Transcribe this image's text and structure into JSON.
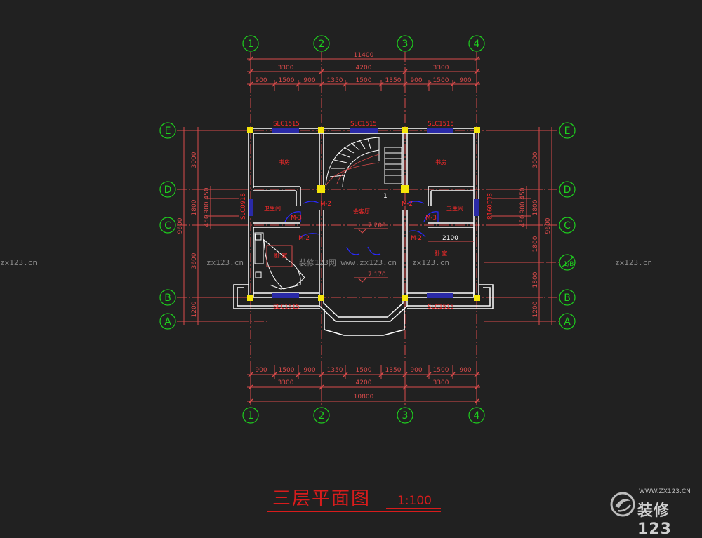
{
  "drawing": {
    "title": "三层平面图",
    "scale": "1:100",
    "watermark": "zx123.cn",
    "watermark_center": "装修123网 www.zx123.cn",
    "logo_site": "WWW.ZX123.CN",
    "logo_name": "装修123"
  },
  "colors": {
    "background": "#212121",
    "axis_bubble": "#1ecf1e",
    "dimension": "#d94a4a",
    "wall": "#ffffff",
    "column": "#f5e60a",
    "window": "#2a2aa8",
    "door": "#2a2aff",
    "label": "#ff2a2a"
  },
  "axes": {
    "columns_top": [
      "1",
      "2",
      "3",
      "4"
    ],
    "columns_bottom": [
      "1",
      "2",
      "3",
      "4"
    ],
    "rows_left": [
      "E",
      "D",
      "C",
      "B",
      "A"
    ],
    "rows_right": [
      "E",
      "D",
      "C",
      "1/B",
      "B",
      "A"
    ]
  },
  "dimensions": {
    "top_total": "11400",
    "top_bays": [
      "3300",
      "4200",
      "3300"
    ],
    "top_details": [
      "900",
      "1500",
      "900",
      "1350",
      "1500",
      "1350",
      "900",
      "1500",
      "900"
    ],
    "bottom_details": [
      "900",
      "1500",
      "900",
      "1350",
      "1500",
      "1350",
      "900",
      "1500",
      "900"
    ],
    "bottom_bays": [
      "3300",
      "4200",
      "3300"
    ],
    "bottom_total": "10800",
    "left_total": "9600",
    "left_bays": [
      "3000",
      "1800",
      "3600",
      "1200"
    ],
    "left_details": [
      "450",
      "900",
      "450"
    ],
    "right_total": "9600",
    "right_bays": [
      "3000",
      "1800",
      "1800",
      "1800",
      "1200"
    ],
    "right_details": [
      "450",
      "900",
      "450"
    ]
  },
  "rooms": {
    "study_left": "书房",
    "study_right": "书房",
    "bath_left": "卫生间",
    "bath_right": "卫生间",
    "living": "会客厅",
    "bedroom_left": "卧 室",
    "bedroom_right": "卧 室"
  },
  "openings": {
    "window_top_1": "SLC1515",
    "window_top_2": "SLC1515",
    "window_top_3": "SLC1515",
    "window_bottom_1": "SLC1515",
    "window_bottom_2": "SLC1515",
    "window_side_left": "SLC0918",
    "window_side_right": "SLC0918",
    "door_1": "M-2",
    "door_2": "M-2",
    "door_3": "M-2",
    "door_4": "M-2",
    "door_5": "M-3",
    "door_6": "M-3"
  },
  "levels": {
    "living": "7.200",
    "balcony": "7.170",
    "dim_2100": "2100",
    "stair_mark": "1"
  }
}
